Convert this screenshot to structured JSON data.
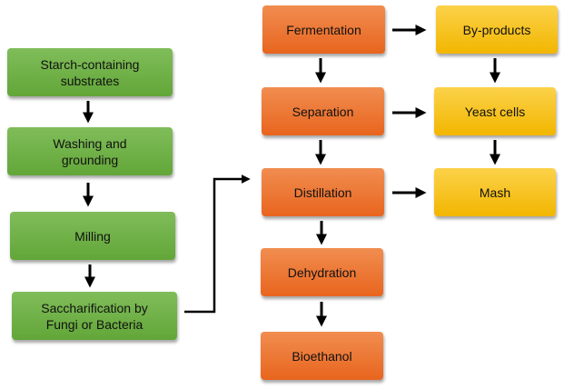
{
  "colors": {
    "green": "#6aae40",
    "orange": "#ec7431",
    "yellow": "#f7c21c",
    "arrow": "#000000"
  },
  "pretreatment": [
    {
      "label": "Starch-containing substrates"
    },
    {
      "label": "Washing and grounding"
    },
    {
      "label": "Milling"
    },
    {
      "label": "Saccharification by Fungi or Bacteria"
    }
  ],
  "process": [
    {
      "label": "Fermentation"
    },
    {
      "label": "Separation"
    },
    {
      "label": "Distillation"
    },
    {
      "label": "Dehydration"
    },
    {
      "label": "Bioethanol"
    }
  ],
  "outputs": [
    {
      "label": "By-products"
    },
    {
      "label": "Yeast cells"
    },
    {
      "label": "Mash"
    }
  ]
}
